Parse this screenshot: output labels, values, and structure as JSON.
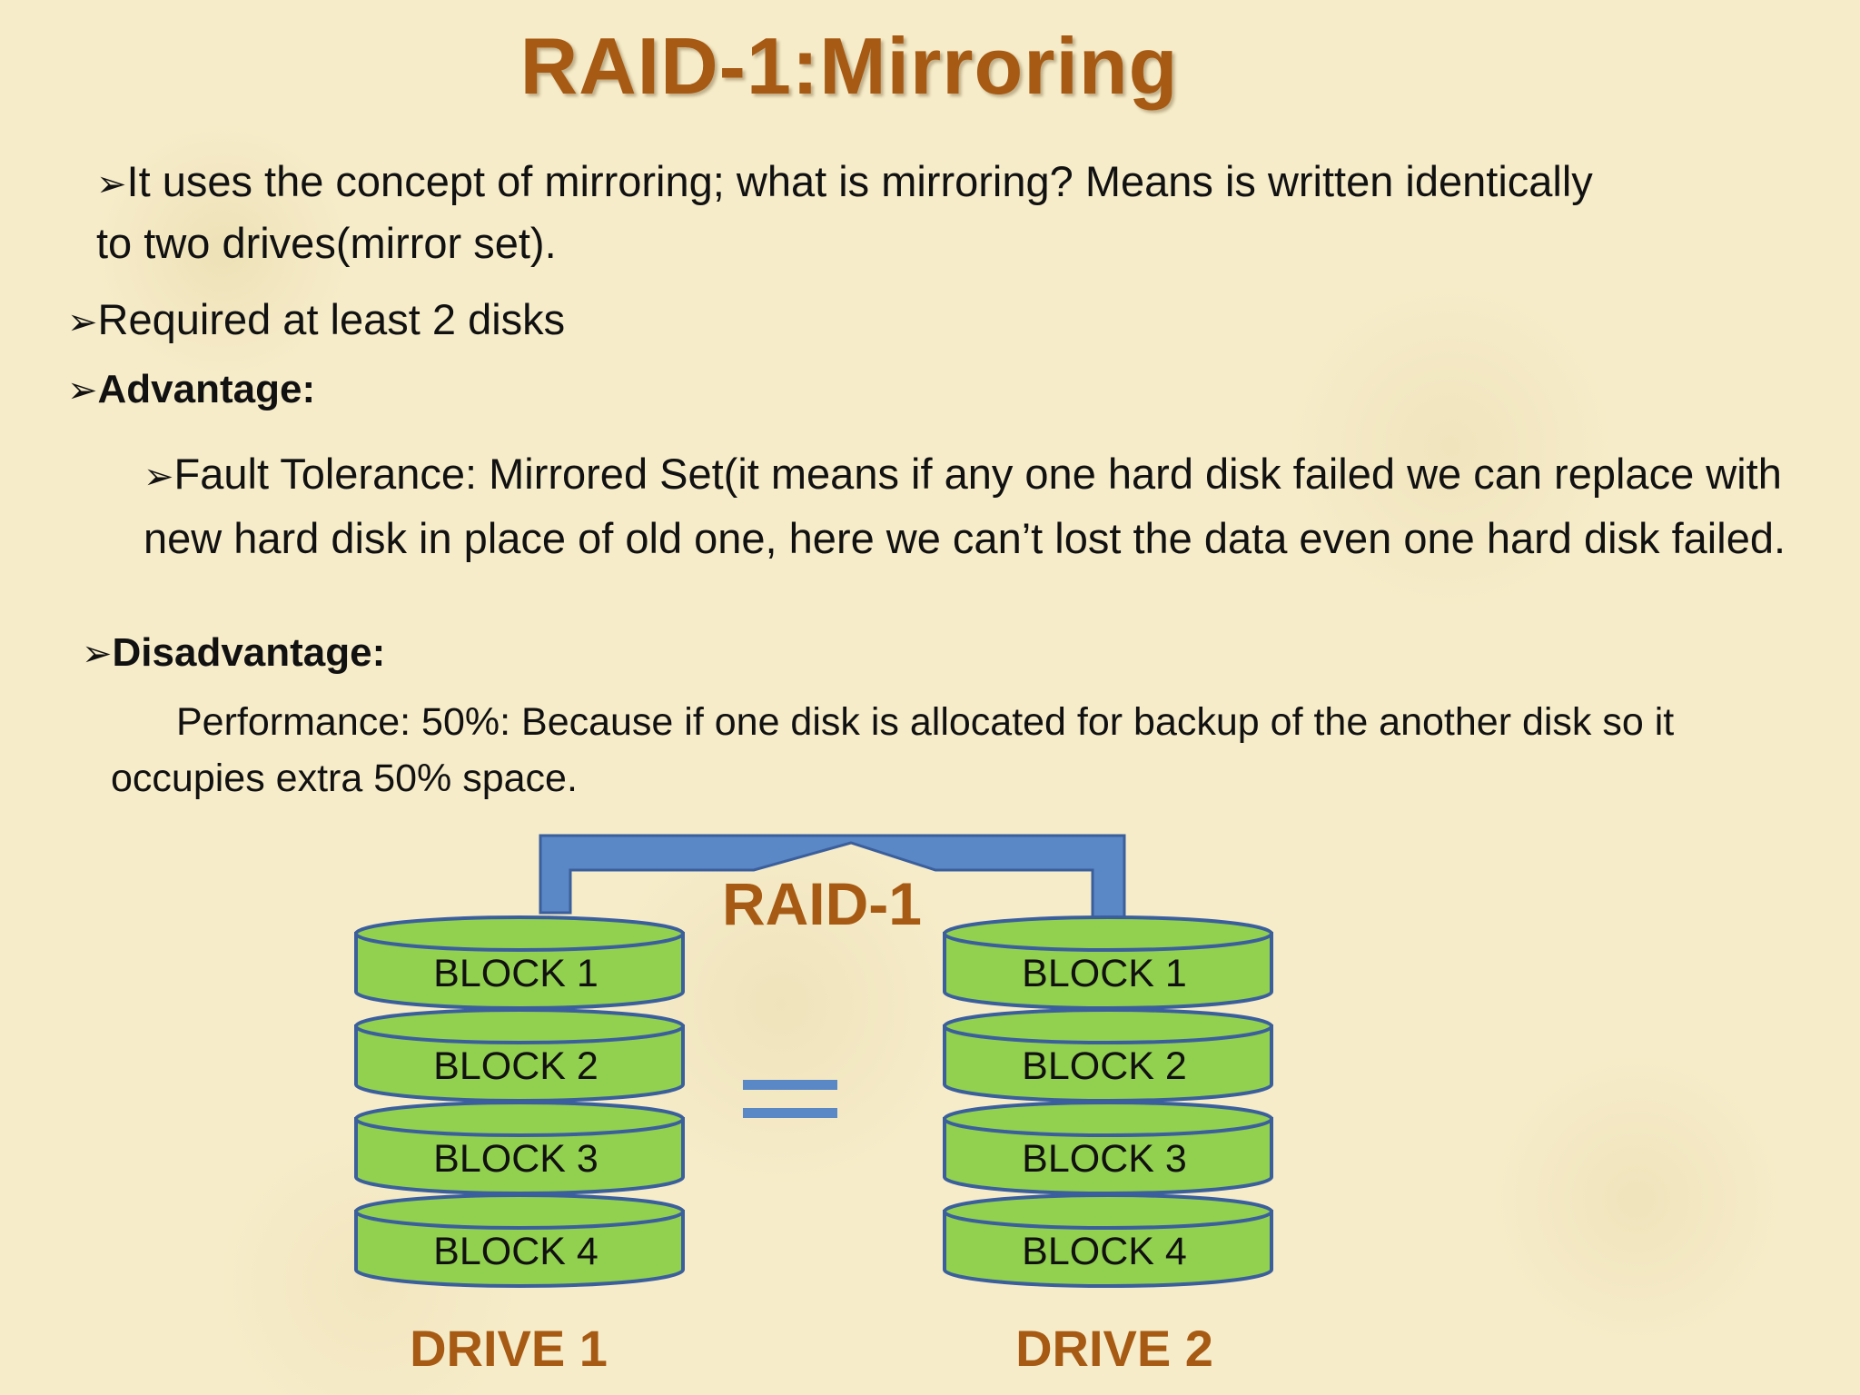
{
  "slide": {
    "title": "RAID-1:Mirroring",
    "bullets": {
      "concept_line1": "It uses the concept of mirroring; what is mirroring? Means is written identically",
      "concept_line2": "to two drives(mirror set).",
      "disks": "Required at least 2 disks",
      "advantage_heading": "Advantage:",
      "fault_tolerance": "Fault Tolerance: Mirrored Set(it means if any one hard disk failed we can replace with new hard disk in place of old one, here we can’t lost the data even one hard disk failed.",
      "disadvantage_heading": "Disadvantage:",
      "performance_line1": "Performance: 50%: Because if one disk is allocated for backup of the another disk so it",
      "performance_line2": "occupies extra 50% space."
    },
    "bullet_marker": "➢"
  },
  "diagram": {
    "label": "RAID-1",
    "equals_sign": "=",
    "drives": [
      {
        "name": "DRIVE 1",
        "blocks": [
          "BLOCK 1",
          "BLOCK 2",
          "BLOCK 3",
          "BLOCK 4"
        ]
      },
      {
        "name": "DRIVE 2",
        "blocks": [
          "BLOCK 1",
          "BLOCK 2",
          "BLOCK 3",
          "BLOCK 4"
        ]
      }
    ],
    "colors": {
      "block_fill": "#92d050",
      "block_stroke": "#3b5f9c",
      "connector_fill": "#5a87c6",
      "connector_stroke": "#3b5f9c",
      "accent_text": "#a65a14",
      "equals": "#5a87c6"
    }
  }
}
